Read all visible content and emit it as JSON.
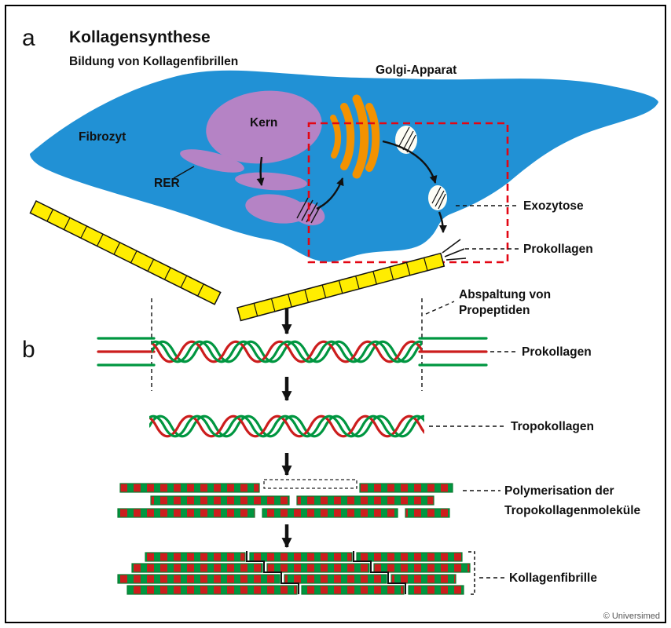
{
  "panel": {
    "a_label": "a",
    "b_label": "b"
  },
  "header": {
    "title": "Kollagensynthese",
    "subtitle": "Bildung von Kollagenfibrillen"
  },
  "cell": {
    "fibrozyt": "Fibrozyt",
    "kern": "Kern",
    "rer": "RER",
    "golgi": "Golgi-Apparat"
  },
  "annotations": {
    "exozytose": "Exozytose",
    "prokollagen_secreted": "Prokollagen",
    "abspaltung_line1": "Abspaltung von",
    "abspaltung_line2": "Propeptiden",
    "prokollagen_helix": "Prokollagen",
    "tropokollagen": "Tropokollagen",
    "polymerisation_line1": "Polymerisation der",
    "polymerisation_line2": "Tropokollagenmoleküle",
    "kollagenfibrille": "Kollagenfibrille"
  },
  "footer": {
    "copyright": "© Universimed"
  },
  "colors": {
    "cell_blue": "#2191d5",
    "nucleus_purple": "#b583c5",
    "golgi_orange": "#f39200",
    "rod_yellow": "#ffed00",
    "strand_green": "#009640",
    "strand_red": "#cc1d1d",
    "highlight_red_dashed": "#e30613"
  }
}
